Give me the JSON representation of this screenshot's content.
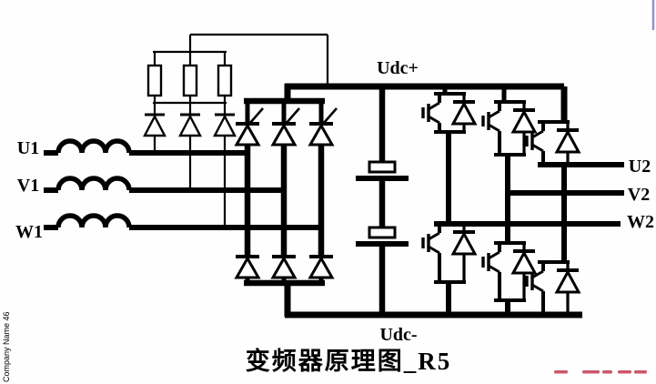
{
  "diagram": {
    "title": "变频器原理图_R5",
    "watermark": "Company Name 46",
    "labels": {
      "input_phases": [
        "U1",
        "V1",
        "W1"
      ],
      "output_phases": [
        "U2",
        "V2",
        "W2"
      ],
      "dc_bus_positive": "Udc+",
      "dc_bus_negative": "Udc-"
    },
    "colors": {
      "line": "#000000",
      "background": "#ffffff",
      "redact_marks": "#c23a50",
      "edge_line": "#9191cf",
      "watermark_text": "#9a9a9a"
    }
  }
}
